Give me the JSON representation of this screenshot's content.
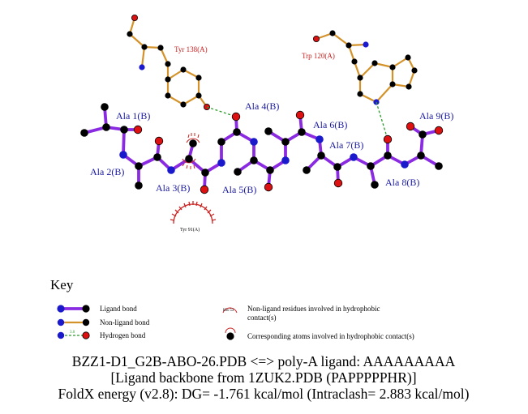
{
  "ligand_residues": [
    {
      "label": "Ala 1(B)"
    },
    {
      "label": "Ala 2(B)"
    },
    {
      "label": "Ala 3(B)"
    },
    {
      "label": "Ala 4(B)"
    },
    {
      "label": "Ala 5(B)"
    },
    {
      "label": "Ala 6(B)"
    },
    {
      "label": "Ala 7(B)"
    },
    {
      "label": "Ala 8(B)"
    },
    {
      "label": "Ala 9(B)"
    }
  ],
  "nonligand_residues": [
    {
      "label": "Tyr 138(A)"
    },
    {
      "label": "Trp 120(A)"
    }
  ],
  "hydrophobic_contacts": [
    {
      "label": "Tyr 91(A)"
    }
  ],
  "key": {
    "title": "Key",
    "ligand_bond": "Ligand bond",
    "nonligand_bond": "Non-ligand bond",
    "hydrogen_bond": "Hydrogen bond",
    "hbond_distance": "3.0",
    "hydrophobic_example": "His 53",
    "hydrophobic_residue_line1": "Non-ligand residues involved in hydrophobic",
    "hydrophobic_residue_line2": "contact(s)",
    "hydrophobic_atoms": "Corresponding atoms involved in hydrophobic contact(s)"
  },
  "caption": {
    "line1": "BZZ1-D1_G2B-ABO-26.PDB <=> poly-A ligand: AAAAAAAAA",
    "line2": "[Ligand backbone from 1ZUK2.PDB (PAPPPPPHR)]",
    "line3": "FoldX energy (v2.8): DG= -1.761 kcal/mol (Intraclash= 2.883 kcal/mol)"
  },
  "colors": {
    "ligand_bond": "#8a2be2",
    "nonligand_bond": "#d4922a",
    "hbond": "#2a9a2a",
    "carbon": "#000000",
    "nitrogen": "#1a1acc",
    "oxygen": "#dd1111",
    "hydrophobic": "#cc2222",
    "residue_label": "#1a1aa0"
  }
}
